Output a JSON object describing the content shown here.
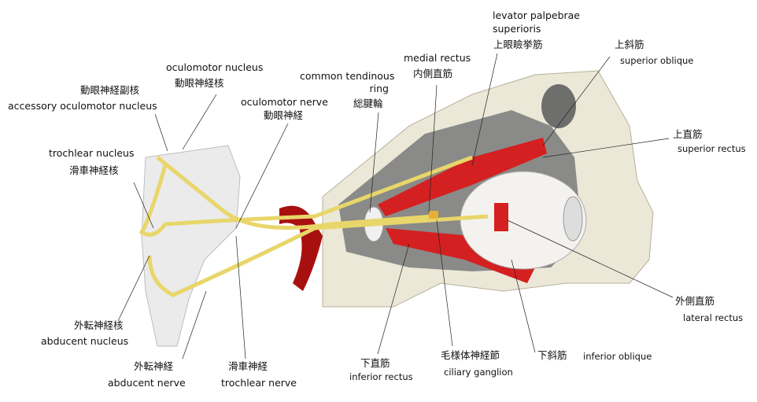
{
  "labels": {
    "levator_en1": "levator palpebrae",
    "levator_en2": "superioris",
    "levator_ja": "上眼瞼挙筋",
    "sup_oblique_ja": "上斜筋",
    "sup_oblique_en": "superior oblique",
    "medial_rectus_en": "medial rectus",
    "medial_rectus_ja": "内側直筋",
    "oculomotor_nucleus_en": "oculomotor nucleus",
    "oculomotor_nucleus_ja": "動眼神経核",
    "accessory_ja": "動眼神経副核",
    "accessory_en": "accessory oculomotor nucleus",
    "ring_en1": "common tendinous",
    "ring_en2": "ring",
    "ring_ja": "総腱輪",
    "oculomotor_nerve_en": "oculomotor nerve",
    "oculomotor_nerve_ja": "動眼神経",
    "sup_rectus_ja": "上直筋",
    "sup_rectus_en": "superior rectus",
    "trochlear_nucleus_en": "trochlear nucleus",
    "trochlear_nucleus_ja": "滑車神経核",
    "lateral_rectus_ja": "外側直筋",
    "lateral_rectus_en": "lateral rectus",
    "abducent_nucleus_ja": "外転神経核",
    "abducent_nucleus_en": "abducent nucleus",
    "inf_rectus_ja": "下直筋",
    "inf_rectus_en": "inferior rectus",
    "ciliary_ja": "毛様体神経節",
    "ciliary_en": "ciliary ganglion",
    "inf_oblique_ja": "下斜筋",
    "inf_oblique_en": "inferior oblique",
    "abducent_nerve_ja": "外転神経",
    "abducent_nerve_en": "abducent nerve",
    "trochlear_nerve_ja": "滑車神経",
    "trochlear_nerve_en": "trochlear nerve"
  },
  "colors": {
    "nerve": "#e8d66a",
    "muscle": "#d42020",
    "bone": "#ece8d8",
    "brainstem": "#e6e6e6"
  }
}
